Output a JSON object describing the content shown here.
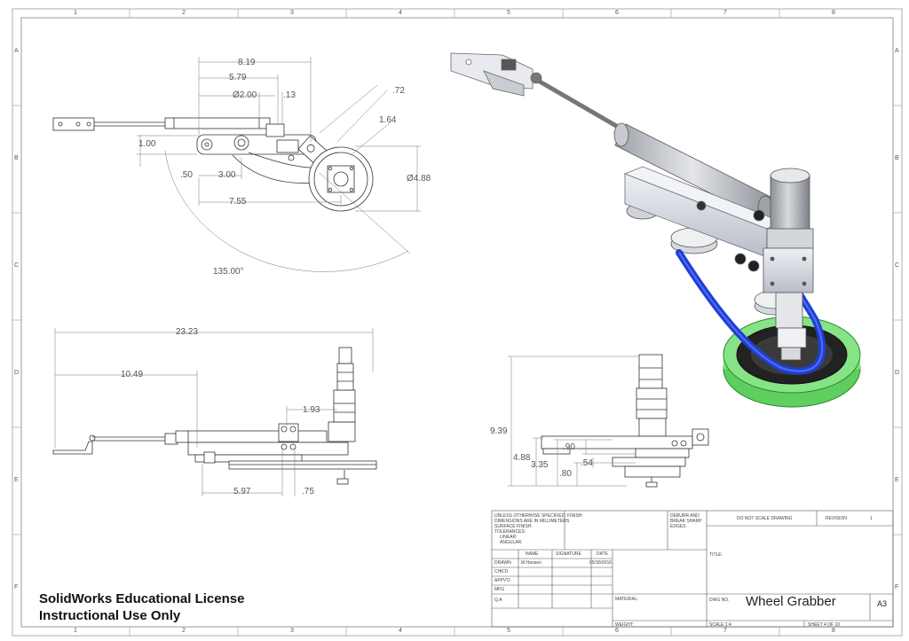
{
  "border": {
    "columns": [
      "1",
      "2",
      "3",
      "4",
      "5",
      "6",
      "7",
      "8"
    ],
    "rows": [
      "A",
      "B",
      "C",
      "D",
      "E",
      "F"
    ]
  },
  "dimensions": {
    "top_view": {
      "d819": "8.19",
      "d579": "5.79",
      "d200": "Ø2.00",
      "d13": ".13",
      "d72": ".72",
      "d164": "1.64",
      "d100": "1.00",
      "d488": "Ø4.88",
      "d50": ".50",
      "d300": "3.00",
      "d755": "7.55",
      "angle": "135.00°"
    },
    "front_view": {
      "d2323": "23.23",
      "d1049": "10.49",
      "d193": "1.93",
      "d597": "5.97",
      "d75": ".75"
    },
    "side_view": {
      "d939": "9.39",
      "d488": "4.88",
      "d90": ".90",
      "d335": "3.35",
      "d54": ".54",
      "d80": ".80"
    }
  },
  "title_block": {
    "unless": "UNLESS OTHERWISE SPECIFIED:",
    "dims_mm": "DIMENSIONS ARE IN MILLIMETERS",
    "surface": "SURFACE FINISH:",
    "tolerances": "TOLERANCES:",
    "linear": "LINEAR:",
    "angular": "ANGULAR:",
    "finish": "FINISH:",
    "deburr_1": "DEBURR AND",
    "deburr_2": "BREAK SHARP",
    "deburr_3": "EDGES",
    "do_not_scale": "DO NOT SCALE DRAWING",
    "revision_label": "REVISION",
    "revision_value": "1",
    "col_name": "NAME",
    "col_signature": "SIGNATURE",
    "col_date": "DATE",
    "drawn": "DRAWN",
    "drawn_name": "M.Hansen",
    "drawn_date": "05/30/2016",
    "chkd": "CHK'D",
    "appvd": "APPV'D",
    "mfg": "MFG",
    "qa": "Q.A",
    "title_label": "TITLE:",
    "material": "MATERIAL:",
    "dwg_no": "DWG NO.",
    "drawing_title": "Wheel Grabber",
    "size": "A3",
    "weight": "WEIGHT:",
    "scale": "SCALE:1:4",
    "sheet": "SHEET 4 OF 10"
  },
  "license": {
    "line1": "SolidWorks Educational License",
    "line2": "Instructional Use Only"
  },
  "colors": {
    "belt": "#1f3fd6",
    "wheel_tread": "#7fe07f",
    "body": "#d8dbe4",
    "cylinder": "#bfc2c6",
    "line": "#333333"
  }
}
